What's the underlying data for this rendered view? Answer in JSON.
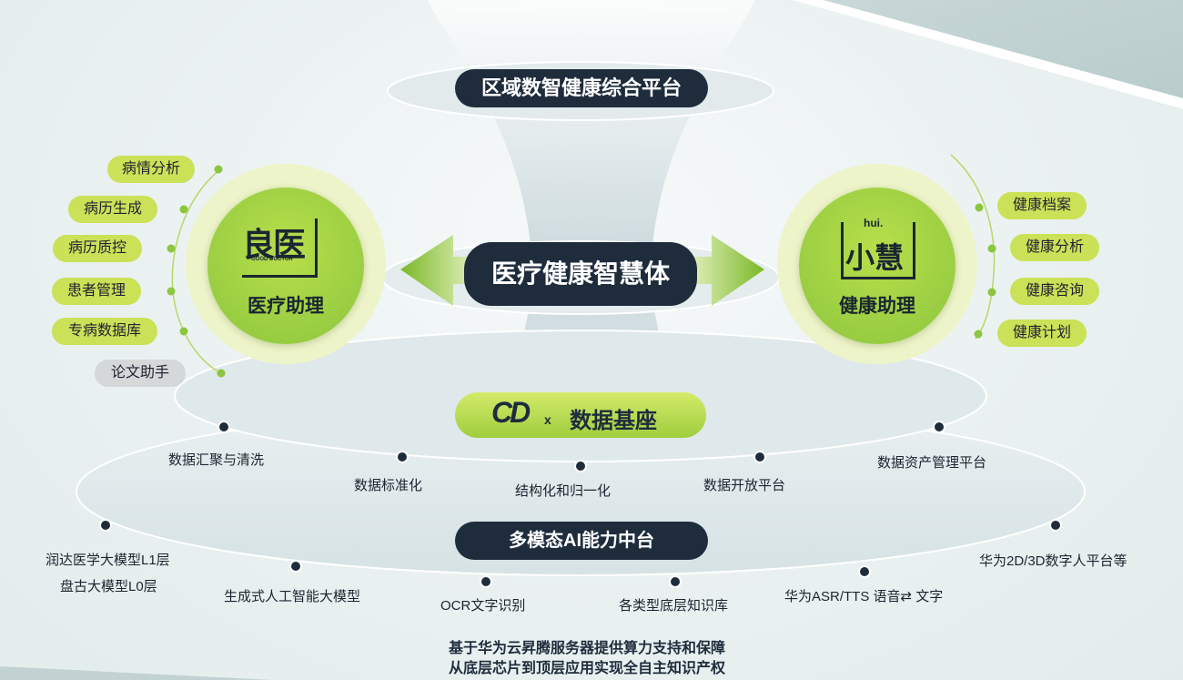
{
  "top_platform": "区域数智健康综合平台",
  "center_label": "医疗健康智慧体",
  "left_assistant": {
    "logo_text": "良医",
    "logo_sub": "GOOD DOCTOR",
    "title": "医疗助理",
    "tags": [
      "病情分析",
      "病历生成",
      "病历质控",
      "患者管理",
      "专病数据库",
      "论文助手"
    ]
  },
  "right_assistant": {
    "logo_top": "hui.",
    "logo_text": "小慧",
    "title": "健康助理",
    "tags": [
      "健康档案",
      "健康分析",
      "健康咨询",
      "健康计划"
    ]
  },
  "data_base": {
    "logo": "CD",
    "logo_sub": "x",
    "title": "数据基座"
  },
  "data_items": [
    "数据汇聚与清洗",
    "数据标准化",
    "结构化和归一化",
    "数据开放平台",
    "数据资产管理平台"
  ],
  "ai_platform": "多模态AI能力中台",
  "ai_items": {
    "model_l1": "润达医学大模型L1层",
    "model_l0": "盘古大模型L0层",
    "genai": "生成式人工智能大模型",
    "ocr": "OCR文字识别",
    "knowledge": "各类型底层知识库",
    "asr": "华为ASR/TTS 语音⇄ 文字",
    "digital_human": "华为2D/3D数字人平台等"
  },
  "footer": [
    "基于华为云昇腾服务器提供算力支持和保障",
    "从底层芯片到顶层应用实现全自主知识产权"
  ],
  "colors": {
    "dark": "#1e2c3c",
    "green": "#8cc63f",
    "light_green": "#cbe157",
    "gray_tag": "#d4d8d8"
  }
}
